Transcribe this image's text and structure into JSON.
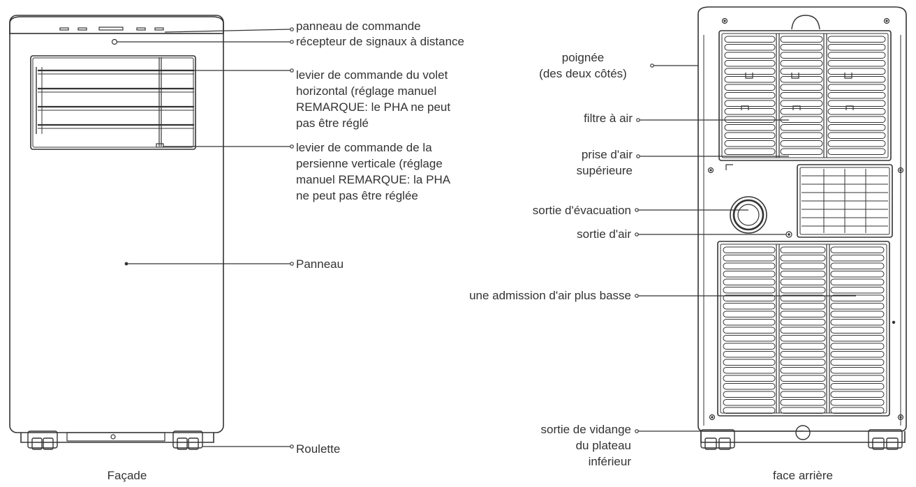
{
  "front": {
    "caption": "Façade",
    "labels": {
      "control_panel": "panneau de commande",
      "remote_receiver": "récepteur de signaux à distance",
      "horizontal_louver": [
        "levier de commande du volet",
        "horizontal (réglage manuel",
        "REMARQUE: le PHA ne peut",
        "pas être réglé"
      ],
      "vertical_louver": [
        "levier de commande de la",
        "persienne verticale (réglage",
        "manuel REMARQUE: la PHA",
        "ne peut pas être réglée"
      ],
      "panel": "Panneau",
      "caster": "Roulette"
    }
  },
  "back": {
    "caption": "face arrière",
    "labels": {
      "handle": [
        "poignée",
        "(des deux côtés)"
      ],
      "air_filter": "filtre à air",
      "upper_intake": [
        "prise d'air",
        "supérieure"
      ],
      "exhaust_outlet": "sortie d'évacuation",
      "air_outlet": "sortie d'air",
      "lower_intake": "une admission d'air plus basse",
      "drain_outlet": [
        "sortie de vidange",
        "du plateau",
        "inférieur"
      ]
    }
  },
  "colors": {
    "line": "#333333",
    "text": "#333333"
  }
}
